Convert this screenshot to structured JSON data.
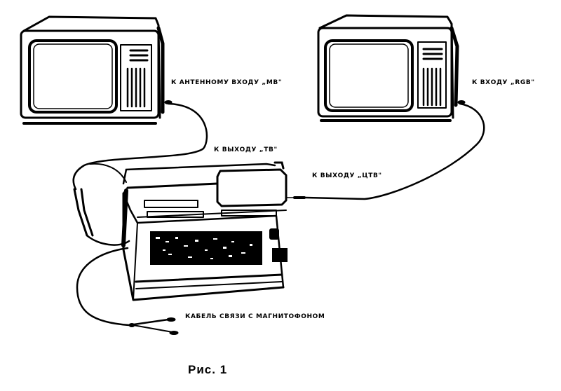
{
  "figure": {
    "caption": "Рис. 1",
    "ink_color": "#000000",
    "paper_color": "#ffffff"
  },
  "labels": {
    "tv1_input": "К АНТЕННОМУ ВХОДУ „МВ\"",
    "tv2_input": "К ВХОДУ „RGB\"",
    "out_tv": "К ВЫХОДУ „ТВ\"",
    "out_color": "К ВЫХОДУ „ЦТВ\"",
    "tape_cable": "КАБЕЛЬ СВЯЗИ С МАГНИТОФОНОМ"
  },
  "devices": {
    "left": "tv-set",
    "right": "tv-set",
    "center": "home-computer",
    "module": "video-adapter-box"
  }
}
